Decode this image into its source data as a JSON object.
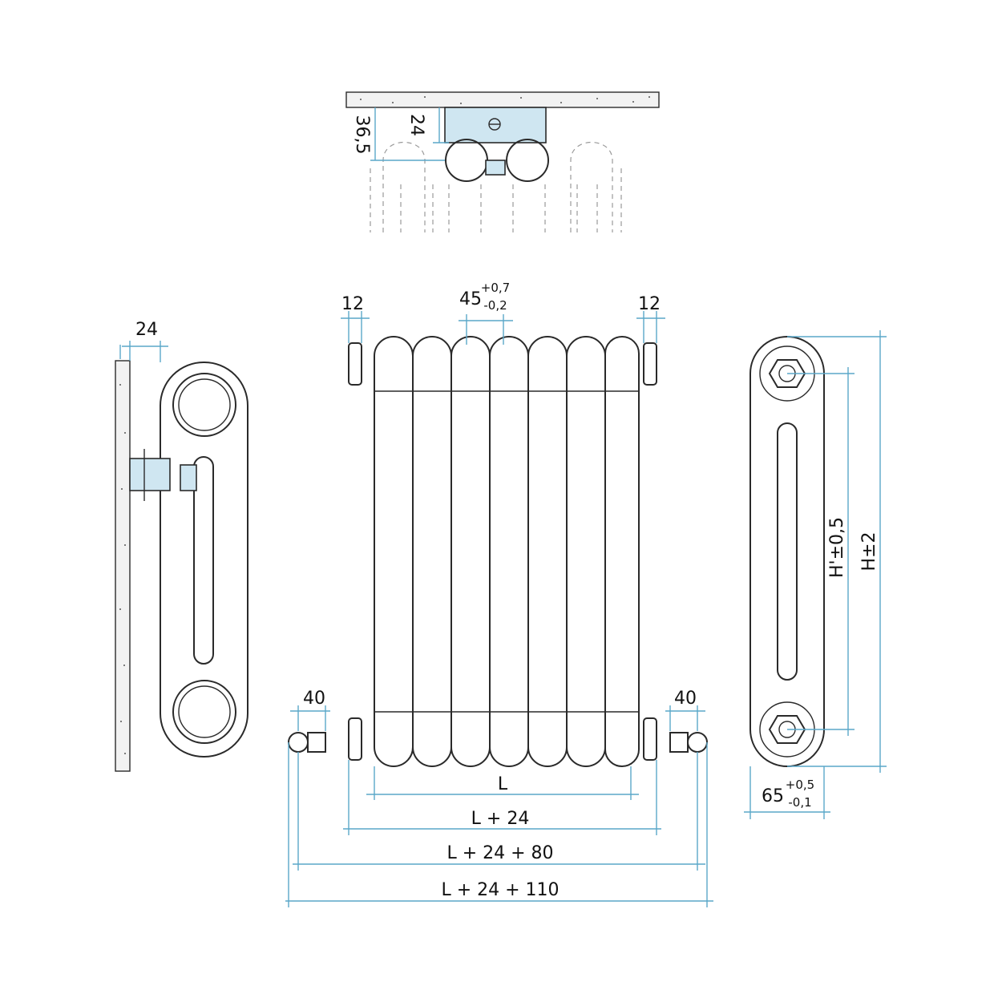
{
  "colors": {
    "dimension": "#5aa7c9",
    "bracket": "#cfe6f1",
    "outline": "#2a2a2a"
  },
  "top_view": {
    "dim_a": "36,5",
    "dim_b": "24"
  },
  "side_view": {
    "offset": "24"
  },
  "front_view": {
    "pitch": "45",
    "pitch_tol_plus": "+0,7",
    "pitch_tol_minus": "-0,2",
    "left_plug": "12",
    "right_plug": "12",
    "left_valve": "40",
    "right_valve": "40",
    "length": "L",
    "length_plugs": "L + 24",
    "length_valves": "L + 24 + 80",
    "length_total": "L + 24 + 110"
  },
  "end_view": {
    "centre_height": "H'±0,5",
    "height": "H±2",
    "depth": "65",
    "depth_tol_plus": "+0,5",
    "depth_tol_minus": "-0,1"
  }
}
